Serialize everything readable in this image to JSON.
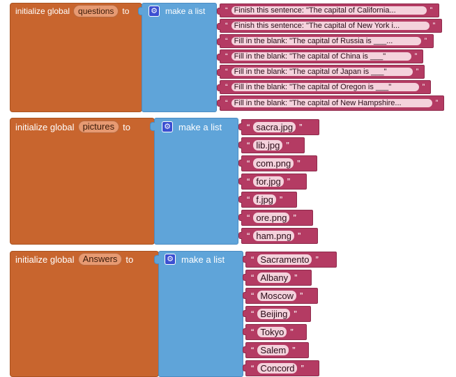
{
  "common": {
    "initialize_label": "initialize global",
    "to_label": "to",
    "make_list_label": "make a list",
    "quote_open": "“",
    "quote_close": "”"
  },
  "colors": {
    "global_block": "#c8652e",
    "list_block": "#5fa4d9",
    "string_block": "#b43b63",
    "gear_icon": "#3b4fd1"
  },
  "blocks": [
    {
      "var_name": "questions",
      "items": [
        "Finish this sentence: \"The capital of California...",
        "Finish this sentence: \"The capital of New York i...",
        "Fill in the blank: \"The capital of Russia is ___...",
        "Fill in the blank: \"The capital of China is ___\"",
        "Fill in the blank: \"The capital of Japan is ___\"",
        "Fill in the blank: \"The capital of Oregon is ___\"",
        "Fill in the blank: \"The capital of New Hampshire..."
      ]
    },
    {
      "var_name": "pictures",
      "items": [
        "sacra.jpg",
        "lib.jpg",
        "com.png",
        "for.jpg",
        "f.jpg",
        "ore.png",
        "ham.png"
      ]
    },
    {
      "var_name": "Answers",
      "items": [
        "Sacramento",
        "Albany",
        "Moscow",
        "Beijing",
        "Tokyo",
        "Salem",
        "Concord"
      ]
    }
  ]
}
